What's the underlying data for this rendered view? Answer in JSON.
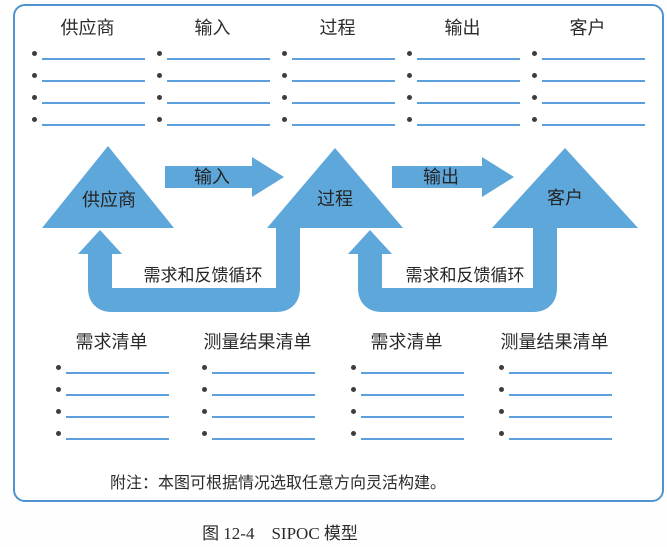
{
  "colors": {
    "accent_blue": "#5ea7da",
    "frame_border_blue": "#4f94d0",
    "blank_line_blue": "#5b9fdd",
    "text_dark": "#2b2b2b"
  },
  "top_section": {
    "rows_per_column": 4,
    "columns": [
      {
        "label": "供应商"
      },
      {
        "label": "输入"
      },
      {
        "label": "过程"
      },
      {
        "label": "输出"
      },
      {
        "label": "客户"
      }
    ]
  },
  "diagram": {
    "triangles": [
      {
        "label": "供应商"
      },
      {
        "label": "过程"
      },
      {
        "label": "客户"
      }
    ],
    "flow_arrows": [
      {
        "label": "输入"
      },
      {
        "label": "输出"
      }
    ],
    "feedback_loops": [
      {
        "label": "需求和反馈循环"
      },
      {
        "label": "需求和反馈循环"
      }
    ]
  },
  "bottom_section": {
    "rows_per_column": 4,
    "columns": [
      {
        "label": "需求清单"
      },
      {
        "label": "测量结果清单"
      },
      {
        "label": "需求清单"
      },
      {
        "label": "测量结果清单"
      }
    ]
  },
  "note": "附注：本图可根据情况选取任意方向灵活构建。",
  "caption": "图 12-4　SIPOC 模型"
}
